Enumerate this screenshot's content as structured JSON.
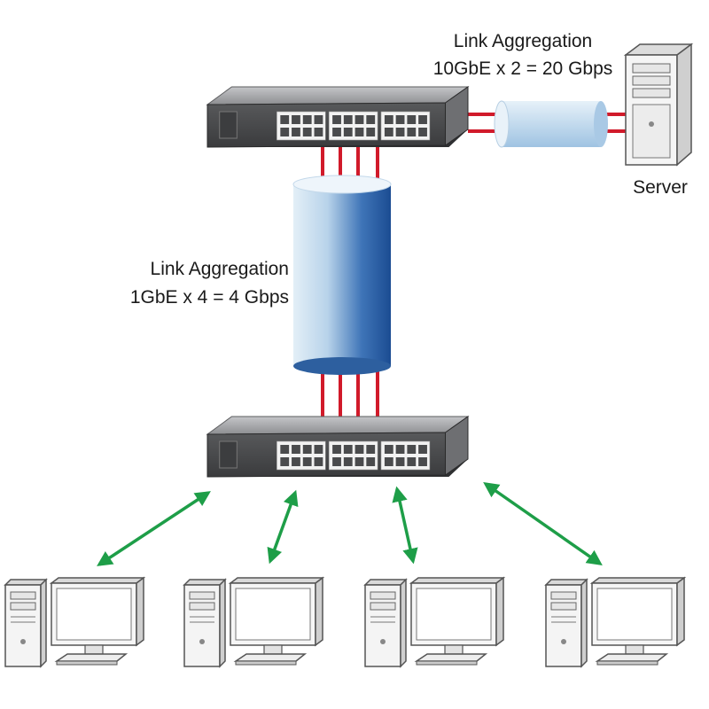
{
  "labels": {
    "top_aggregation_title": "Link Aggregation",
    "top_aggregation_detail": "10GbE x 2 = 20 Gbps",
    "mid_aggregation_title": "Link Aggregation",
    "mid_aggregation_detail": "1GbE x 4 = 4 Gbps",
    "server": "Server"
  },
  "colors": {
    "link_red": "#d11a2a",
    "arrow_green": "#1e9e48",
    "tube_dark": "#1a4f96",
    "tube_light": "#dcebf5",
    "switch_body": "#4d4d4f",
    "switch_top": "#a9aaad",
    "device_fill": "#f2f2f2",
    "device_stroke": "#555555"
  },
  "icons": {
    "top_switch": "network-switch-icon",
    "bottom_switch": "network-switch-icon",
    "server": "server-tower-icon",
    "workstation": "desktop-computer-icon"
  },
  "workstation_count": 4
}
